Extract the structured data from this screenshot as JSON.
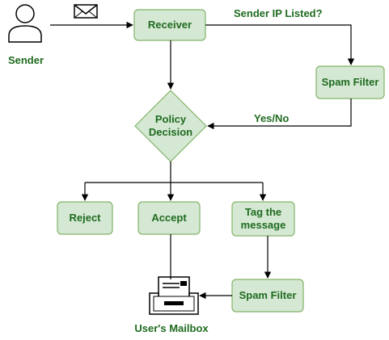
{
  "colors": {
    "node_fill": "#d5e8d4",
    "node_stroke": "#82b366",
    "text": "#1f6b1f",
    "line": "#000000"
  },
  "nodes": {
    "sender": "Sender",
    "receiver": "Receiver",
    "spam_filter_top": "Spam Filter",
    "policy_decision": "Policy\nDecision",
    "reject": "Reject",
    "accept": "Accept",
    "tag_message": "Tag the\nmessage",
    "spam_filter_bottom": "Spam Filter",
    "mailbox": "User's Mailbox"
  },
  "edges": {
    "sender_ip_listed": "Sender IP Listed?",
    "yes_no": "Yes/No"
  },
  "icons": {
    "sender": "user-icon",
    "envelope": "envelope-icon",
    "mailbox": "inbox-tray-icon"
  }
}
